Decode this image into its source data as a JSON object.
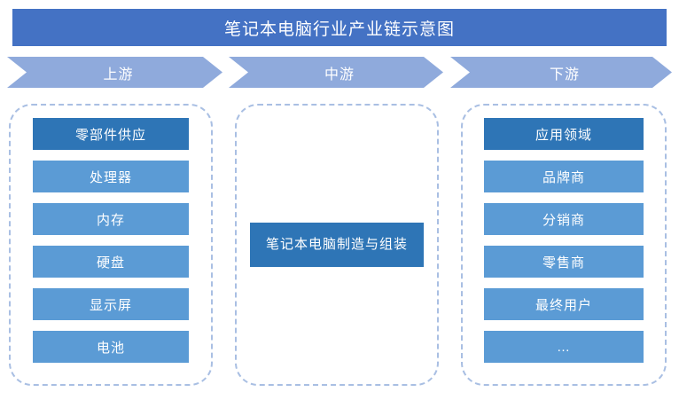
{
  "header": {
    "title": "笔记本电脑行业产业链示意图"
  },
  "colors": {
    "title_bg": "#4472C4",
    "arrow_bg": "#8FAADC",
    "node_bg": "#5B9BD5",
    "node_head_bg": "#2E75B6",
    "dashed_border": "#A9BFE3",
    "page_bg": "#FFFFFF",
    "text": "#FFFFFF"
  },
  "stages": [
    {
      "key": "upstream",
      "arrow_label": "上游",
      "nodes": [
        {
          "label": "零部件供应",
          "emphasis": "head"
        },
        {
          "label": "处理器",
          "emphasis": "normal"
        },
        {
          "label": "内存",
          "emphasis": "normal"
        },
        {
          "label": "硬盘",
          "emphasis": "normal"
        },
        {
          "label": "显示屏",
          "emphasis": "normal"
        },
        {
          "label": "电池",
          "emphasis": "normal"
        }
      ]
    },
    {
      "key": "midstream",
      "arrow_label": "中游",
      "nodes": [
        {
          "label": "笔记本电脑制造与组装",
          "emphasis": "head"
        }
      ]
    },
    {
      "key": "downstream",
      "arrow_label": "下游",
      "nodes": [
        {
          "label": "应用领域",
          "emphasis": "head"
        },
        {
          "label": "品牌商",
          "emphasis": "normal"
        },
        {
          "label": "分销商",
          "emphasis": "normal"
        },
        {
          "label": "零售商",
          "emphasis": "normal"
        },
        {
          "label": "最终用户",
          "emphasis": "normal"
        },
        {
          "label": "…",
          "emphasis": "normal"
        }
      ]
    }
  ]
}
